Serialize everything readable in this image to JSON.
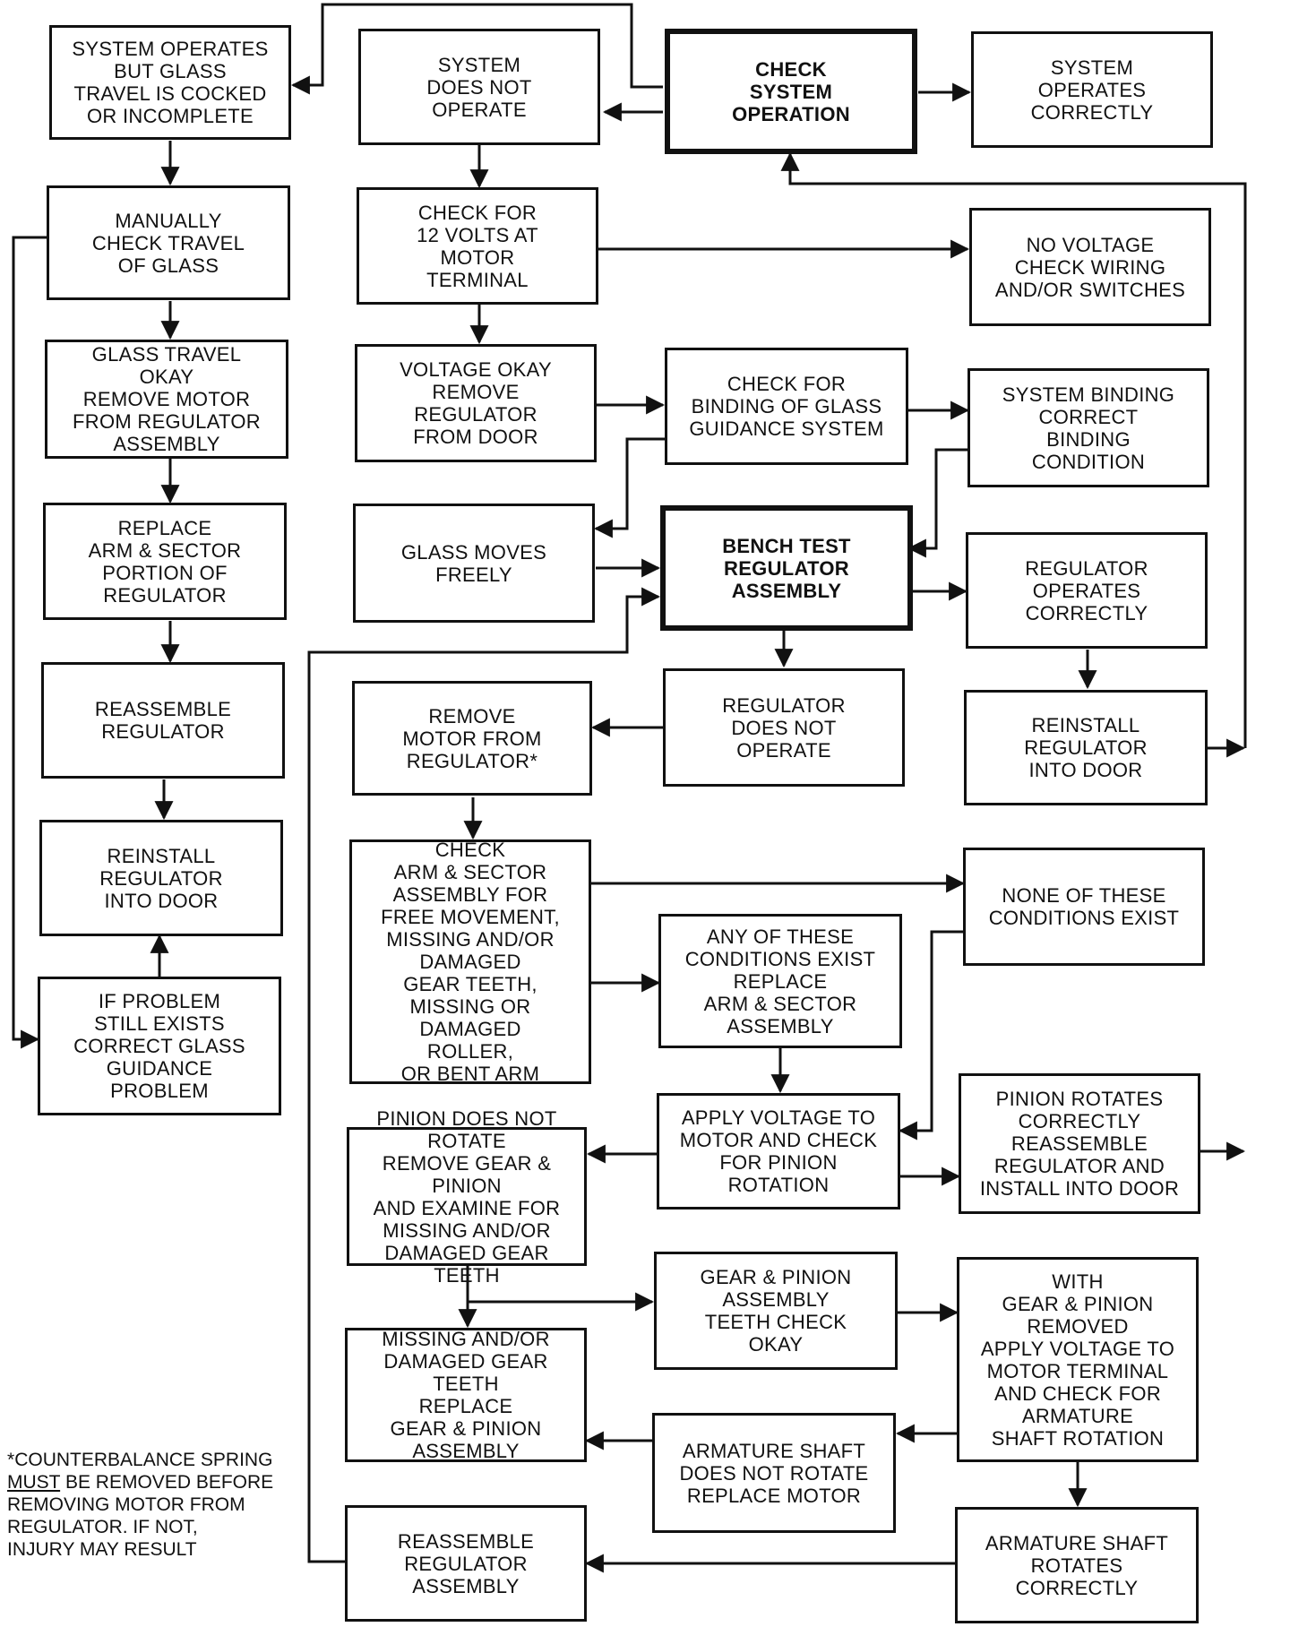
{
  "nodes": {
    "cocked": "SYSTEM OPERATES\nBUT GLASS\nTRAVEL IS COCKED\nOR INCOMPLETE",
    "not_operate": "SYSTEM\nDOES NOT\nOPERATE",
    "check_op": "CHECK\nSYSTEM\nOPERATION",
    "correct": "SYSTEM\nOPERATES\nCORRECTLY",
    "manual": "MANUALLY\nCHECK TRAVEL\nOF GLASS",
    "check12v": "CHECK FOR\n12 VOLTS AT\nMOTOR\nTERMINAL",
    "no_voltage": "NO VOLTAGE\nCHECK WIRING\nAND/OR SWITCHES",
    "glass_ok": "GLASS TRAVEL\nOKAY\nREMOVE MOTOR\nFROM REGULATOR\nASSEMBLY",
    "voltage_ok": "VOLTAGE OKAY\nREMOVE\nREGULATOR\nFROM DOOR",
    "check_binding": "CHECK FOR\nBINDING OF GLASS\nGUIDANCE SYSTEM",
    "sys_binding": "SYSTEM BINDING\nCORRECT\nBINDING\nCONDITION",
    "replace_arm": "REPLACE\nARM & SECTOR\nPORTION OF\nREGULATOR",
    "glass_free": "GLASS MOVES\nFREELY",
    "bench": "BENCH TEST\nREGULATOR\nASSEMBLY",
    "reg_ok": "REGULATOR\nOPERATES\nCORRECTLY",
    "reassemble1": "REASSEMBLE\nREGULATOR",
    "remove_motor": "REMOVE\nMOTOR FROM\nREGULATOR*",
    "reg_not": "REGULATOR\nDOES NOT\nOPERATE",
    "reinstall_r": "REINSTALL\nREGULATOR\nINTO DOOR",
    "reinstall_l": "REINSTALL\nREGULATOR\nINTO DOOR",
    "check_arm": "CHECK\nARM & SECTOR\nASSEMBLY FOR\nFREE MOVEMENT,\nMISSING AND/OR\nDAMAGED\nGEAR TEETH,\nMISSING OR DAMAGED\nROLLER,\nOR BENT ARM",
    "none": "NONE OF THESE\nCONDITIONS EXIST",
    "any": "ANY OF THESE\nCONDITIONS EXIST\nREPLACE\nARM & SECTOR\nASSEMBLY",
    "still": "IF PROBLEM\nSTILL EXISTS\nCORRECT GLASS\nGUIDANCE\nPROBLEM",
    "pinion_not": "PINION DOES NOT\nROTATE\nREMOVE GEAR & PINION\nAND EXAMINE FOR\nMISSING AND/OR\nDAMAGED GEAR TEETH",
    "apply_v": "APPLY VOLTAGE TO\nMOTOR AND CHECK\nFOR PINION\nROTATION",
    "pinion_ok": "PINION ROTATES\nCORRECTLY\nREASSEMBLE\nREGULATOR AND\nINSTALL INTO DOOR",
    "gear_ok": "GEAR & PINION\nASSEMBLY\nTEETH CHECK\nOKAY",
    "with_gear": "WITH\nGEAR & PINION\nREMOVED\nAPPLY VOLTAGE TO\nMOTOR TERMINAL\nAND CHECK FOR\nARMATURE\nSHAFT ROTATION",
    "missing_gear": "MISSING AND/OR\nDAMAGED GEAR TEETH\nREPLACE\nGEAR & PINION\nASSEMBLY",
    "arm_not": "ARMATURE SHAFT\nDOES NOT ROTATE\nREPLACE MOTOR",
    "reassemble2": "REASSEMBLE\nREGULATOR\nASSEMBLY",
    "arm_ok": "ARMATURE SHAFT\nROTATES\nCORRECTLY"
  },
  "footnote": {
    "star": "*",
    "line1": "COUNTERBALANCE SPRING",
    "must": "MUST",
    "line2_rest": " BE REMOVED BEFORE",
    "line3": "REMOVING MOTOR FROM",
    "line4": "REGULATOR. IF NOT,",
    "line5": "INJURY MAY RESULT"
  }
}
